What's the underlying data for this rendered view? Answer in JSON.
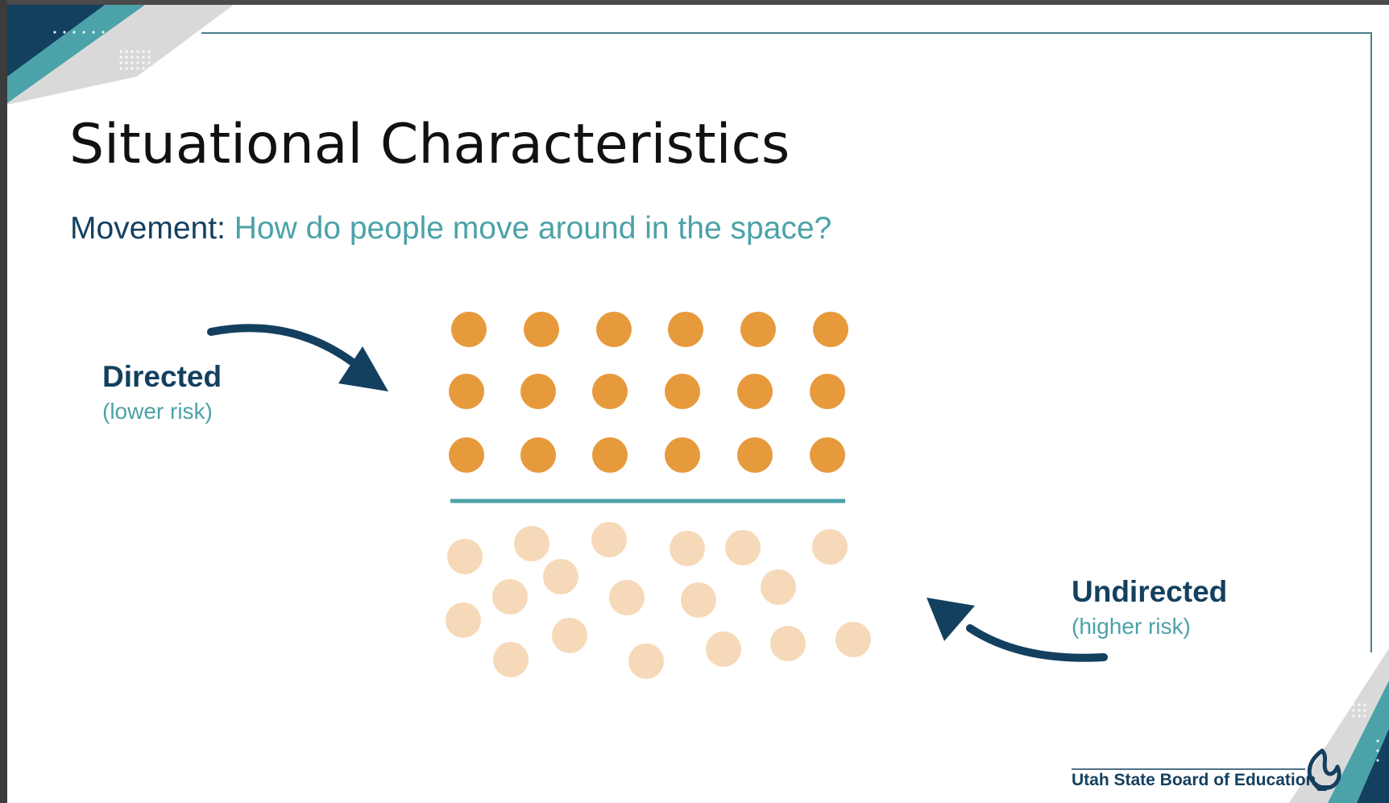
{
  "slide": {
    "title": "Situational Characteristics",
    "subtitle_label": "Movement:",
    "subtitle_question": "How do people move around in the space?",
    "directed": {
      "label": "Directed",
      "risk": "(lower risk)"
    },
    "undirected": {
      "label": "Undirected",
      "risk": "(higher risk)"
    },
    "logo_text": "Utah State Board of Education"
  },
  "colors": {
    "navy": "#14405f",
    "teal": "#4ba2a8",
    "orange": "#e79a3c",
    "peach": "#f6d9b8"
  },
  "icons": [
    "torch-flame-icon"
  ]
}
